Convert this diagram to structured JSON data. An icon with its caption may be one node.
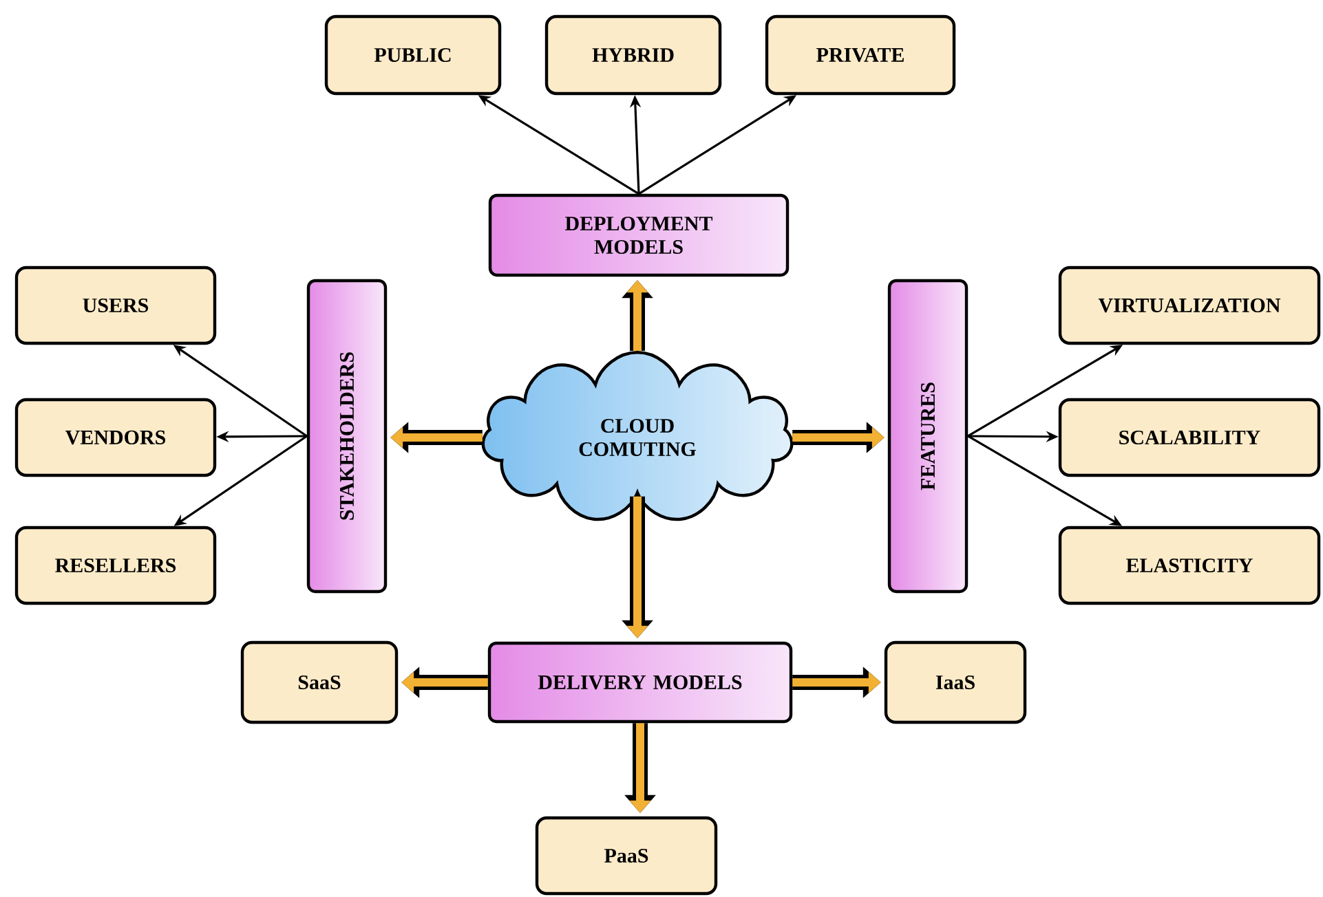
{
  "diagram": {
    "nodes": [
      {
        "text": [
          "CLOUD COMUTING"
        ]
      },
      {
        "text": [
          "DEPLOYMENT MODELS"
        ]
      },
      {
        "text": [
          "PUBLIC"
        ]
      },
      {
        "text": [
          "HYBRID"
        ]
      },
      {
        "text": [
          "PRIVATE"
        ]
      },
      {
        "text": [
          "STAKEHOLDERS"
        ]
      },
      {
        "text": [
          "USERS"
        ]
      },
      {
        "text": [
          "VENDORS"
        ]
      },
      {
        "text": [
          "RESELLERS"
        ]
      },
      {
        "text": [
          "FEATURES"
        ]
      },
      {
        "text": [
          "VIRTUALIZATION"
        ]
      },
      {
        "text": [
          "SCALABILITY"
        ]
      },
      {
        "text": [
          "ELASTICITY"
        ]
      },
      {
        "text": [
          "DELIVERY MODELS"
        ]
      },
      {
        "text": [
          "SaaS"
        ]
      },
      {
        "text": [
          "IaaS"
        ]
      },
      {
        "text": [
          "PaaS"
        ]
      }
    ],
    "edges": [
      {
        "from": 0,
        "to": 1,
        "arrow": "to",
        "style": "thick",
        "color": "#f2b134"
      },
      {
        "from": 0,
        "to": 5,
        "arrow": "to",
        "style": "thick",
        "color": "#f2b134"
      },
      {
        "from": 0,
        "to": 9,
        "arrow": "to",
        "style": "thick",
        "color": "#f2b134"
      },
      {
        "from": 0,
        "to": 13,
        "arrow": "to",
        "style": "thick",
        "color": "#f2b134"
      },
      {
        "from": 1,
        "to": 2,
        "arrow": "to"
      },
      {
        "from": 1,
        "to": 3,
        "arrow": "to"
      },
      {
        "from": 1,
        "to": 4,
        "arrow": "to"
      },
      {
        "from": 5,
        "to": 6,
        "arrow": "to"
      },
      {
        "from": 5,
        "to": 7,
        "arrow": "to"
      },
      {
        "from": 5,
        "to": 8,
        "arrow": "to"
      },
      {
        "from": 9,
        "to": 10,
        "arrow": "to"
      },
      {
        "from": 9,
        "to": 11,
        "arrow": "to"
      },
      {
        "from": 9,
        "to": 12,
        "arrow": "to"
      },
      {
        "from": 13,
        "to": 14,
        "arrow": "to",
        "style": "thick",
        "color": "#f2b134"
      },
      {
        "from": 13,
        "to": 15,
        "arrow": "to",
        "style": "thick",
        "color": "#f2b134"
      },
      {
        "from": 13,
        "to": 16,
        "arrow": "to",
        "style": "thick",
        "color": "#f2b134"
      }
    ]
  }
}
